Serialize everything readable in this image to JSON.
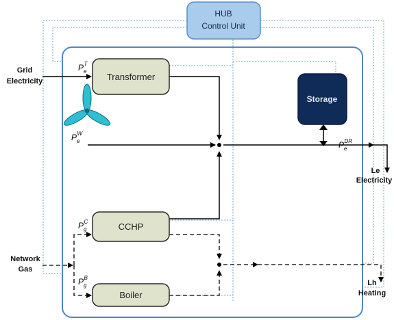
{
  "hub": {
    "line1": "HUB",
    "line2": "Control Unit"
  },
  "blocks": {
    "transformer": "Transformer",
    "storage": "Storage",
    "cchp": "CCHP",
    "boiler": "Boiler"
  },
  "inputs": {
    "grid_line1": "Grid",
    "grid_line2": "Electricity",
    "gas_line1": "Network",
    "gas_line2": "Gas"
  },
  "outputs": {
    "elec_line1": "Le",
    "elec_line2": "Electricity",
    "heat_line1": "Lh",
    "heat_line2": "Heating"
  },
  "symbols": {
    "pt_base": "P",
    "pt_sub": "e",
    "pt_sup": "T",
    "pw_base": "P",
    "pw_sub": "e",
    "pw_sup": "W",
    "pdr_base": "P",
    "pdr_sub": "e",
    "pdr_sup": "DR",
    "pc_base": "P",
    "pc_sub": "g",
    "pc_sup": "C",
    "pb_base": "P",
    "pb_sub": "g",
    "pb_sup": "B"
  },
  "colors": {
    "hub_fill": "#a9ccec",
    "hub_border": "#5b8fc7",
    "frame": "#4e86c2",
    "block_fill": "#dfe3cc",
    "block_border": "#2b2b2b",
    "storage_fill": "#0f2b57",
    "turbine": "#2fbfd3",
    "control_line": "#6aa7d9"
  }
}
